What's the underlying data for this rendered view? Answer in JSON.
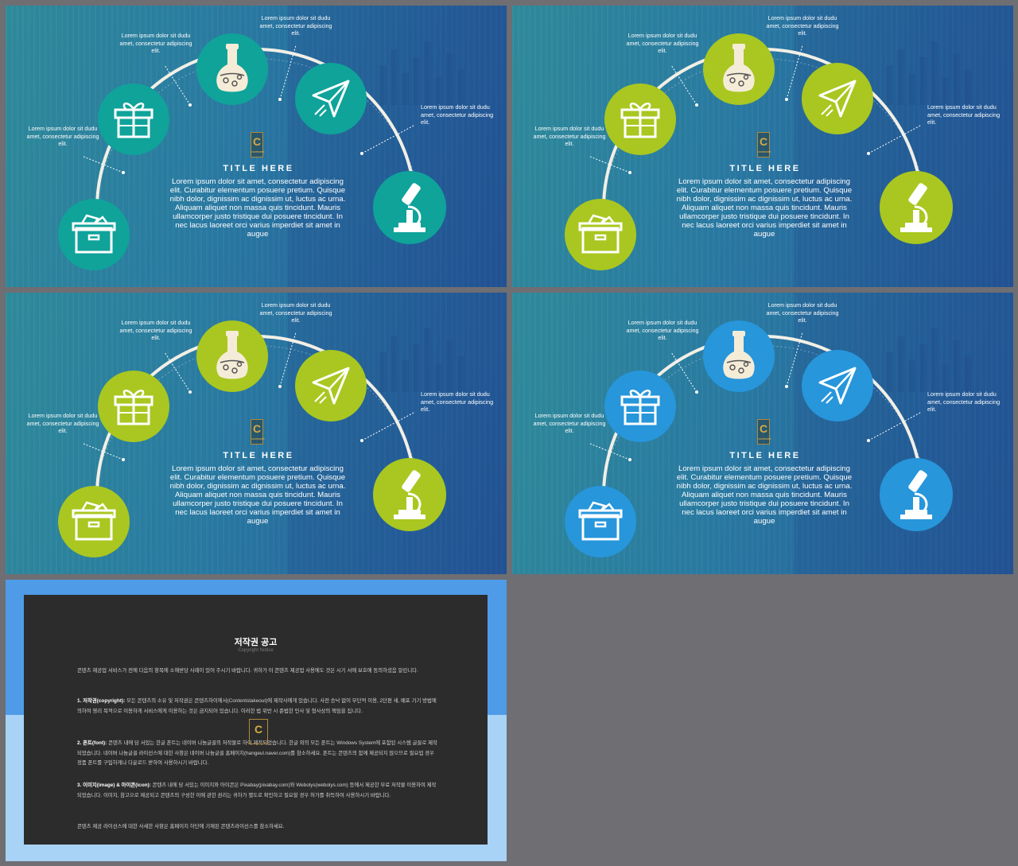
{
  "slides": [
    {
      "variant": "teal",
      "color": "#0fa39a"
    },
    {
      "variant": "lime",
      "color": "#a9c720"
    },
    {
      "variant": "lime",
      "color": "#a9c720"
    },
    {
      "variant": "blue",
      "color": "#2796db"
    }
  ],
  "labels": {
    "top_right": "Lorem ipsum dolor sit dudu amet, consectetur adipiscing elit.",
    "top_left": "Lorem ipsum dolor sit dudu amet, consectetur adipiscing elit.",
    "right": "Lorem ipsum dolor sit dudu amet, consectetur adipiscing elit.",
    "left": "Lorem ipsum dolor sit dudu amet, consectetur adipiscing elit."
  },
  "title": "TITLE HERE",
  "body": "Lorem ipsum dolor sit amet, consectetur adipiscing elit. Curabitur elementum posuere pretium. Quisque nibh dolor, dignissim ac dignissim ut, luctus ac urna. Aliquam aliquet non massa quis tincidunt. Mauris ullamcorper justo tristique dui posuere tincidunt. In nec lacus laoreet orci varius imperdiet sit amet in augue",
  "logo_letter": "C",
  "logo_caption": "CONTENTS",
  "icons": [
    "box-icon",
    "gift-icon",
    "flask-icon",
    "paper-plane-icon",
    "microscope-icon"
  ],
  "copyright": {
    "title": "저작권 공고",
    "subtitle": "Copyright Notice",
    "intro": "콘텐츠 제공업 서비스가 전에 다음의 항목에 소해받당 사례이 있어 주시기 바랍니다. 귀하가 이 콘텐츠 제공업 사용에도 것은 시기 서에 보호에 동의하셨음 알린니다.",
    "p1_head": "1. 저작권(copyright):",
    "p1": "모든 콘텐츠의 소유 및 저작권은 콘텐츠하이에서(Contentstakeout)에 제작사에게 있습니다. 사전 승낙 없이 무단적 이용, 2단편 새, 배포 기기 방법에 의하여 영리 목적으로 이용하게 서비스에게 이용하는 것은 금지되어 있습니다. 이러한 법 위반 시 준법한 민사 및 형사상의 책임을 집니다.",
    "p2_head": "2. 폰트(font):",
    "p2": "콘텐츠 내에 담 서있는 한글 폰트는 네이버 나눔글꼴의 저작물로 하이 제작되었습니다. 한글 외의 모든 폰트는 Windows System에 포함된 시스템 글꼴로 제작되었습니다. 네이버 나눔글꼴 라이선스에 대한 사항은 네이버 나눔글꼴 홈페이지(hangeul.naver.com)를 참소하세요. 폰트는 콘텐츠의 함께 제공되지 않으므로 필요업 경우 정품 폰트를 구입하게나 다운로드 받하여 사용하시기 바랍니다.",
    "p3_head": "3. 이미지(image) & 아이콘(icon):",
    "p3": "콘텐츠 내에 담 서있는 이미지와 아이콘은 Pixabay(pixabay.com)와 Webolys(webolys.com) 등에서 제공한 무료 저작물 이용하여 제작되었습니다. 이미지, 참고으로 제공되고 콘텐츠의 구성한 이에 관한 권리는 귀하가 별도로 확인하고 필요할 경우 허가를 취득하여 사용하시기 바랍니다.",
    "footer": "콘텐츠 제공 라이선스에 대한 사세한 사항은 홈페이지 하단에 기재된 콘텐츠라이선스를 참소하세요."
  }
}
